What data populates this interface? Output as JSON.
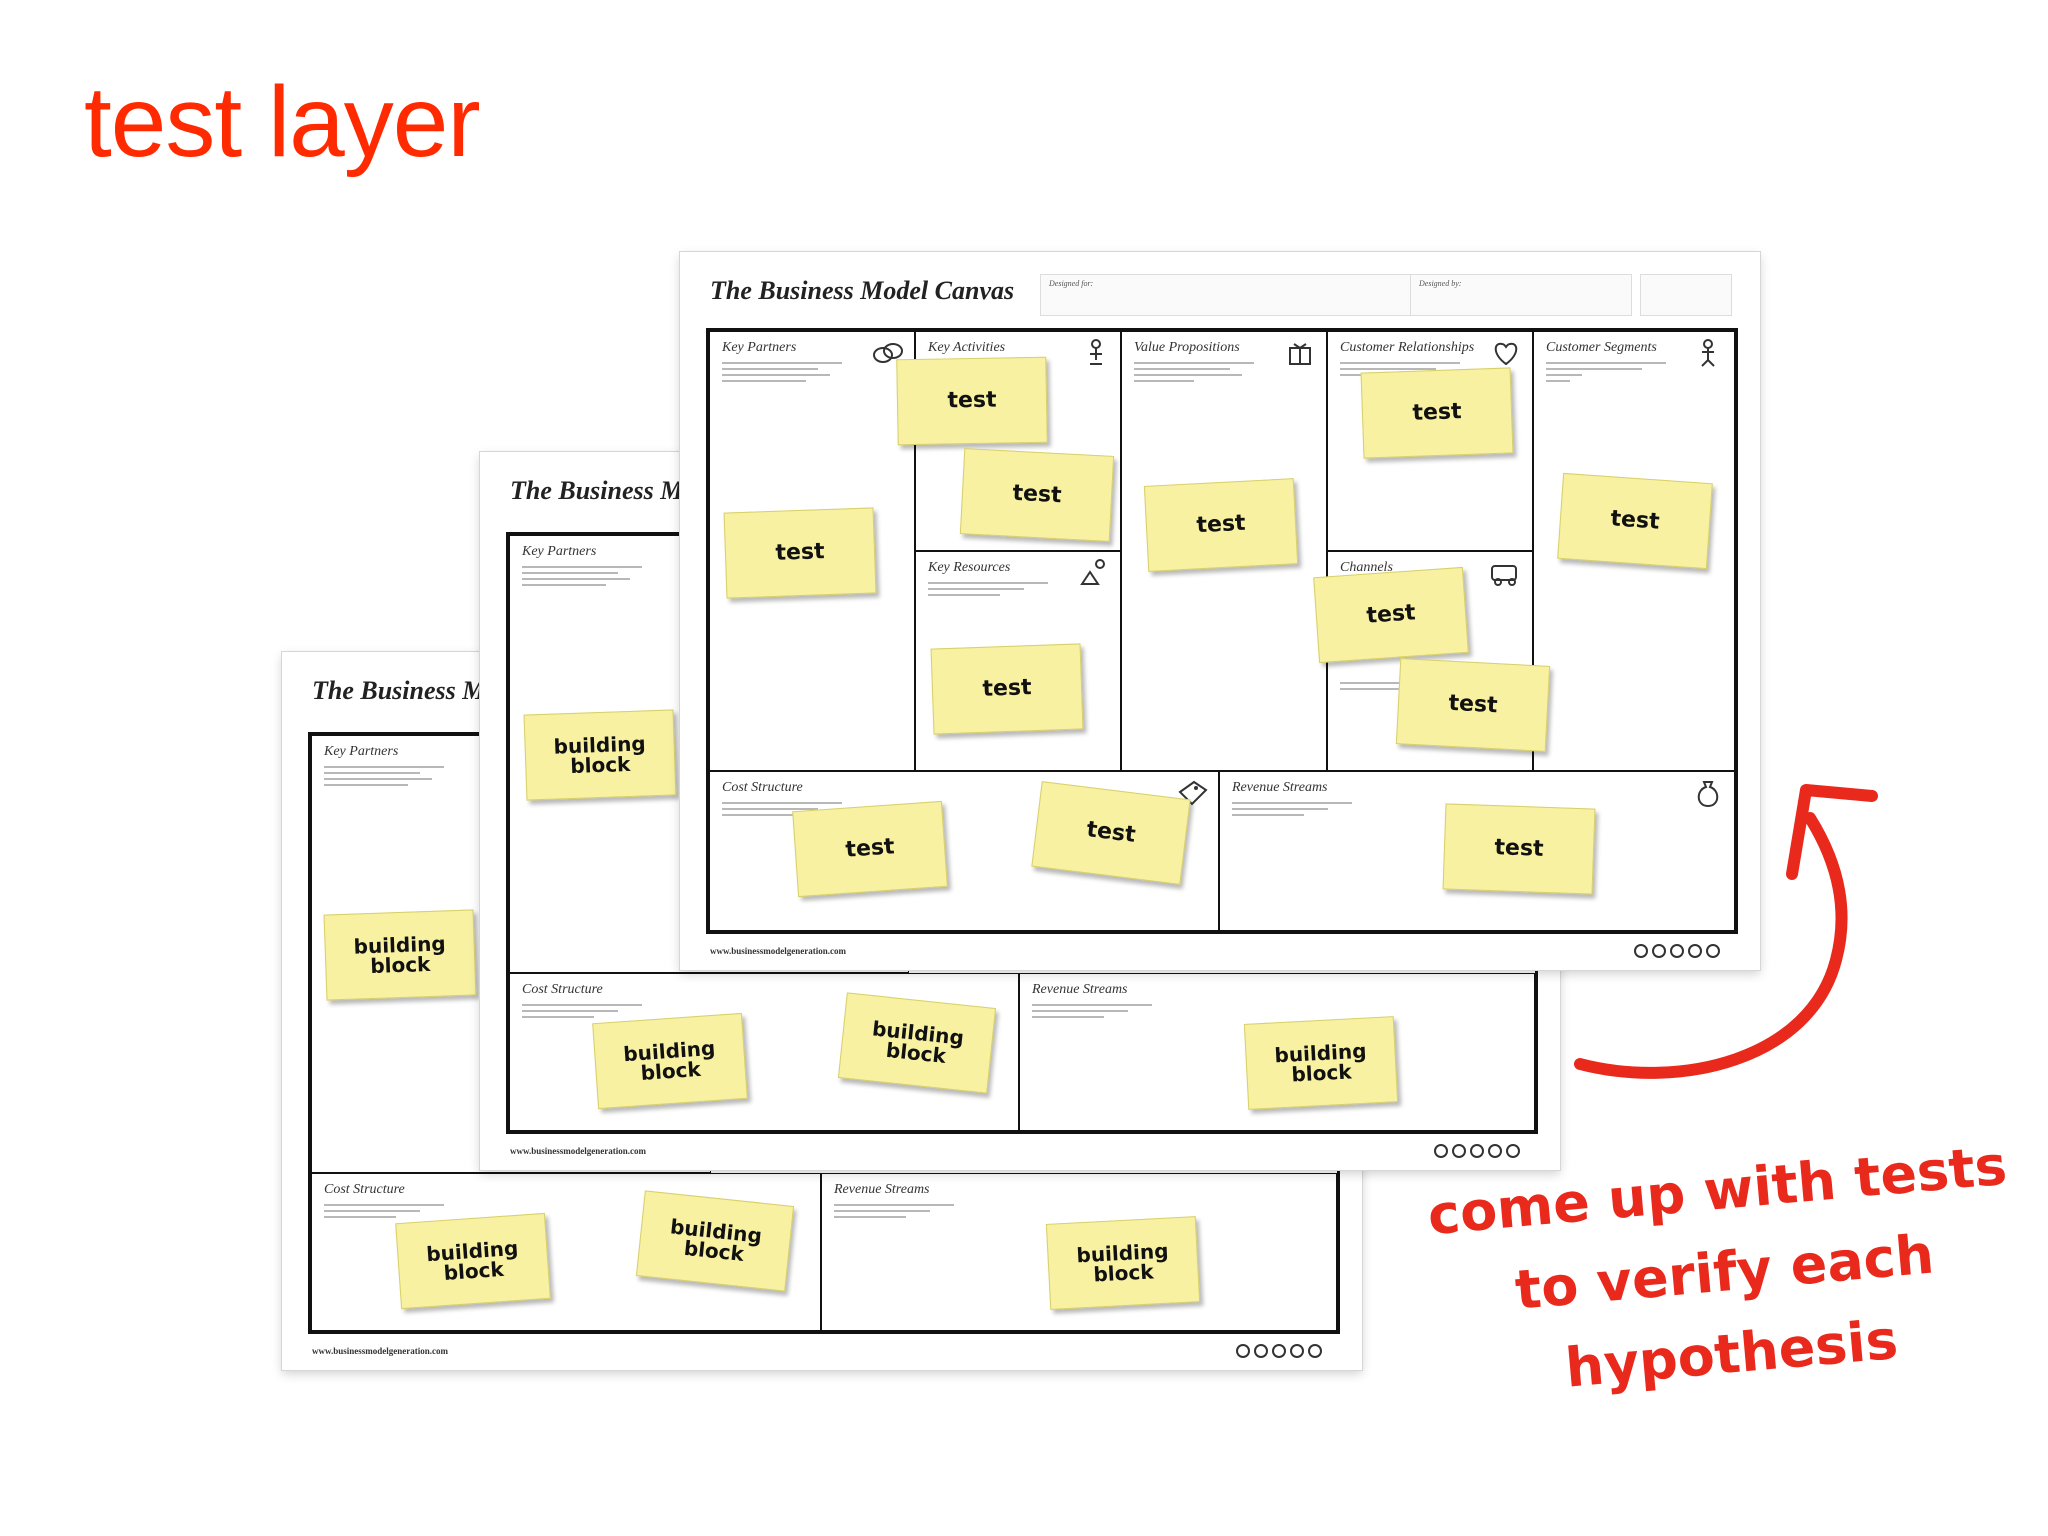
{
  "slide_title": "test layer",
  "canvas_title": "The Business Model Canvas",
  "canvas_title_short": "The Business M",
  "url": "www.businessmodelgeneration.com",
  "designed_for": "Designed for:",
  "designed_by": "Designed by:",
  "blocks": {
    "key_partners": "Key Partners",
    "key_activities": "Key Activities",
    "key_resources": "Key Resources",
    "value_propositions": "Value Propositions",
    "customer_relationships": "Customer Relationships",
    "channels": "Channels",
    "customer_segments": "Customer Segments",
    "cost_structure": "Cost Structure",
    "revenue_streams": "Revenue Streams"
  },
  "notes": {
    "test": "test",
    "building_block": "building block"
  },
  "caption": "come up with tests to verify each hypothesis",
  "colors": {
    "title": "#ff2a00",
    "caption": "#e8291c",
    "sticky": "#f7f1a1"
  }
}
